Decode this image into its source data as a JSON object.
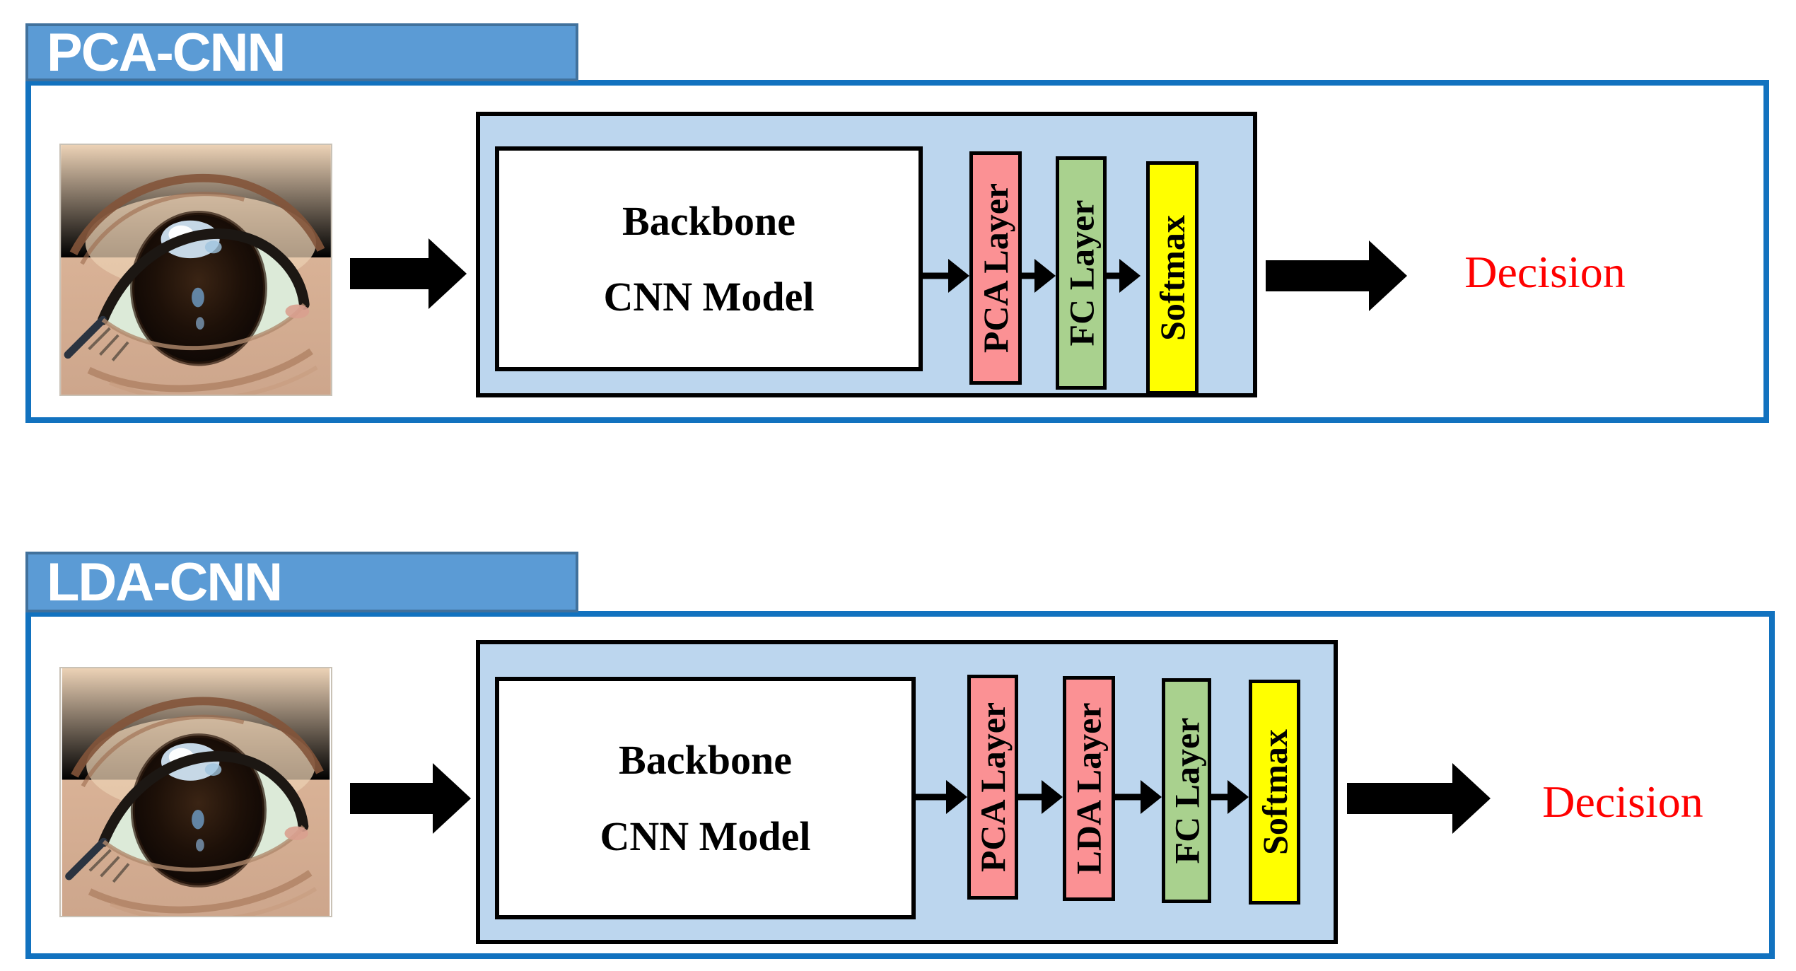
{
  "figure": {
    "type": "architecture-diagram",
    "description_icons": {
      "input_image": "eye-photo",
      "flow_arrows": "right-arrow"
    }
  },
  "colors": {
    "tab_fill": "#5B9BD5",
    "tab_border": "#41719C",
    "outer_border": "#1272BF",
    "panel_fill": "#BCD6EE",
    "box_border": "#000000",
    "backbone_fill": "#FFFFFF",
    "salmon_layer": "#FB9194",
    "green_layer": "#A9D18E",
    "yellow_layer": "#FFFF00",
    "arrow": "#000000",
    "decision_text": "#FF0000"
  },
  "diagrams": [
    {
      "tab": "PCA-CNN",
      "backbone": {
        "line1": "Backbone",
        "line2": "CNN Model"
      },
      "layers": [
        {
          "label": "PCA Layer",
          "color": "#FB9194"
        },
        {
          "label": "FC Layer",
          "color": "#A9D18E"
        },
        {
          "label": "Softmax",
          "color": "#FFFF00"
        }
      ],
      "decision_label": "Decision"
    },
    {
      "tab": "LDA-CNN",
      "backbone": {
        "line1": "Backbone",
        "line2": "CNN Model"
      },
      "layers": [
        {
          "label": "PCA Layer",
          "color": "#FB9194"
        },
        {
          "label": "LDA Layer",
          "color": "#FB9194"
        },
        {
          "label": "FC Layer",
          "color": "#A9D18E"
        },
        {
          "label": "Softmax",
          "color": "#FFFF00"
        }
      ],
      "decision_label": "Decision"
    }
  ]
}
